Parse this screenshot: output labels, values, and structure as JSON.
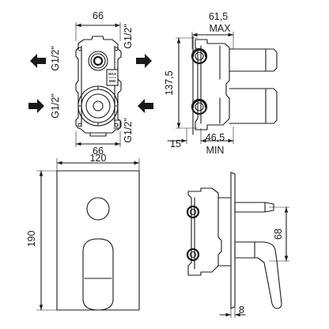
{
  "front_body": {
    "top_width": "66",
    "bottom_width": "66",
    "port_top_left": "G1/2\"",
    "port_top_right": "G1/2\"",
    "port_bottom_left": "G1/2\"",
    "port_bottom_right": "G1/2\"",
    "mark_max": "MAX",
    "mark_min": "MIN"
  },
  "side_body": {
    "depth_max_value": "61,5",
    "depth_max_label": "MAX",
    "height": "137,5",
    "offset_wall": "15",
    "depth_min_value": "46,5",
    "depth_min_label": "MIN"
  },
  "plate_front": {
    "width": "120",
    "height": "190"
  },
  "plate_side": {
    "spout_height": "68",
    "plate_thickness": "8"
  }
}
